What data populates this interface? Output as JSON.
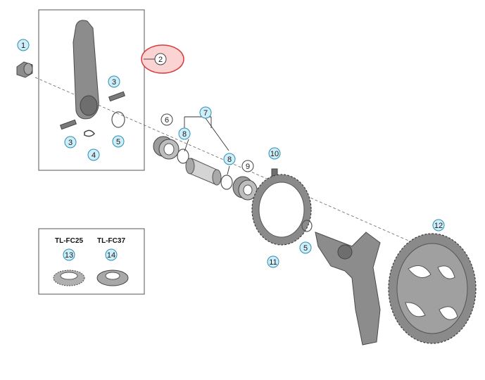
{
  "callouts": {
    "c1": "1",
    "c2": "2",
    "c3a": "3",
    "c3b": "3",
    "c4": "4",
    "c5a": "5",
    "c5b": "5",
    "c6": "6",
    "c7": "7",
    "c8a": "8",
    "c8b": "8",
    "c9": "9",
    "c10": "10",
    "c11": "11",
    "c12": "12",
    "c13": "13",
    "c14": "14"
  },
  "tools": {
    "left_label": "TL-FC25",
    "right_label": "TL-FC37"
  },
  "colors": {
    "callout_fill": "#cfeef8",
    "callout_stroke": "#2a8fb5",
    "highlight_fill": "#fbd3d3",
    "highlight_stroke": "#d63a3a",
    "part_gray": "#8c8c8c"
  }
}
